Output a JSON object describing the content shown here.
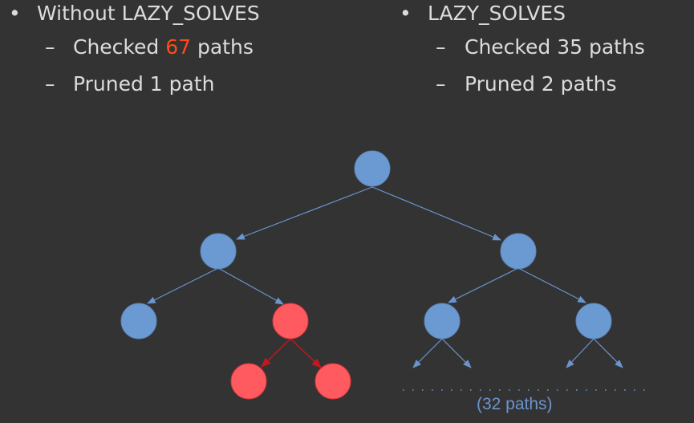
{
  "left_list": {
    "heading": "Without LAZY_SOLVES",
    "items": [
      {
        "prefix": "Checked ",
        "highlight": "67",
        "suffix": " paths"
      },
      {
        "text": "Pruned 1 path"
      }
    ]
  },
  "right_list": {
    "heading": "LAZY_SOLVES",
    "items": [
      {
        "text": "Checked 35 paths"
      },
      {
        "text": "Pruned 2 paths"
      }
    ]
  },
  "symbols": {
    "bullet": "•",
    "dash": "–"
  },
  "tree": {
    "ellipsis_label": "(32 paths)",
    "colors": {
      "node": "#6b9ad2",
      "pruned": "#ff5a5f",
      "edge": "#6b95cf",
      "pruned_edge": "#c0191f",
      "highlight": "#ff4a1c"
    }
  }
}
